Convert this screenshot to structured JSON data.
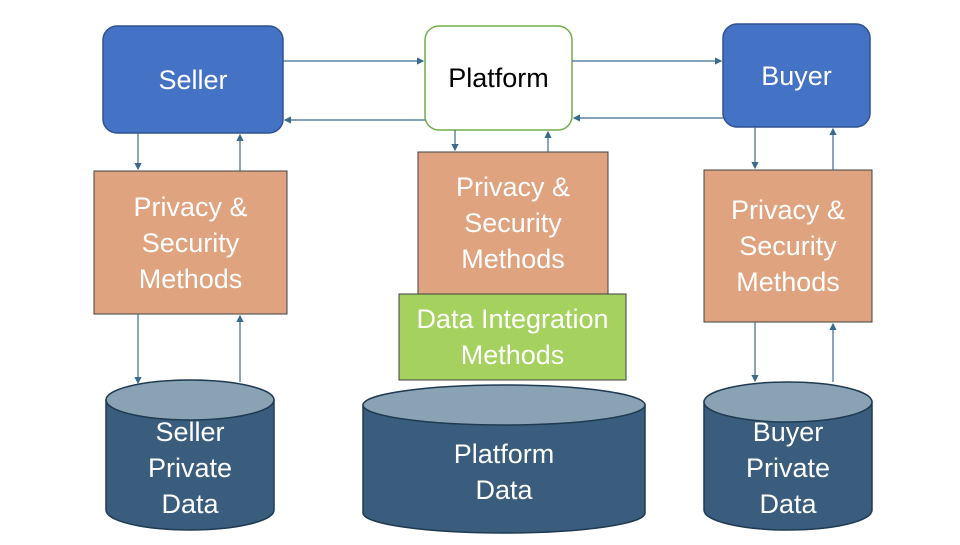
{
  "nodes": {
    "seller": "Seller",
    "platform": "Platform",
    "buyer": "Buyer",
    "seller_privacy": "Privacy &\nSecurity\nMethods",
    "platform_privacy": "Privacy &\nSecurity\nMethods",
    "buyer_privacy": "Privacy &\nSecurity\nMethods",
    "data_integration": "Data Integration\nMethods",
    "seller_data": "Seller\nPrivate\nData",
    "platform_data": "Platform\nData",
    "buyer_data": "Buyer\nPrivate\nData"
  },
  "colors": {
    "party_box": "#4472c4",
    "party_border": "#2f528f",
    "platform_box": "#ffffff",
    "platform_border": "#70ad47",
    "privacy_box": "#e0a37f",
    "privacy_border": "#404040",
    "integration_box": "#a5d15f",
    "integration_border": "#404040",
    "cylinder_body": "#3a5d7d",
    "cylinder_top": "#8aa3b4",
    "cylinder_border": "#1f3b52",
    "arrow": "#3b6a8f"
  }
}
